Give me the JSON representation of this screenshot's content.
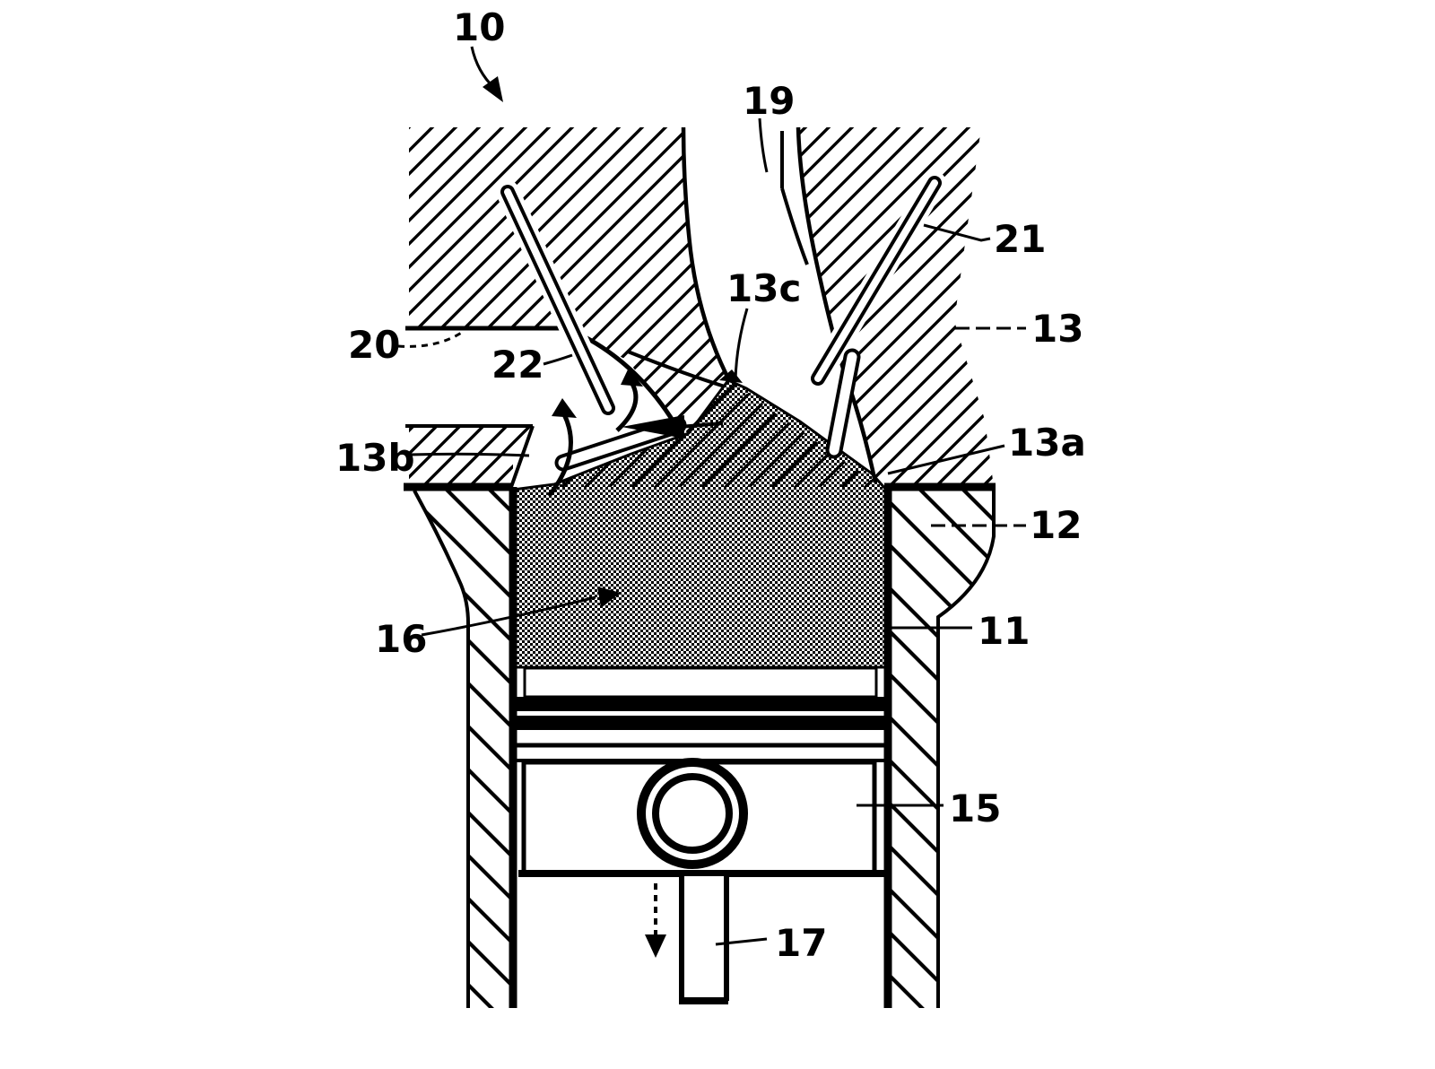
{
  "figure": {
    "type": "patent-style engine cross-section diagram",
    "background_color": "#ffffff",
    "ink_color": "#000000",
    "reference_labels": {
      "n10": "10",
      "n11": "11",
      "n12": "12",
      "n13": "13",
      "n13a": "13a",
      "n13b": "13b",
      "n13c": "13c",
      "n15": "15",
      "n16": "16",
      "n17": "17",
      "n19": "19",
      "n20": "20",
      "n21": "21",
      "n22": "22"
    }
  }
}
